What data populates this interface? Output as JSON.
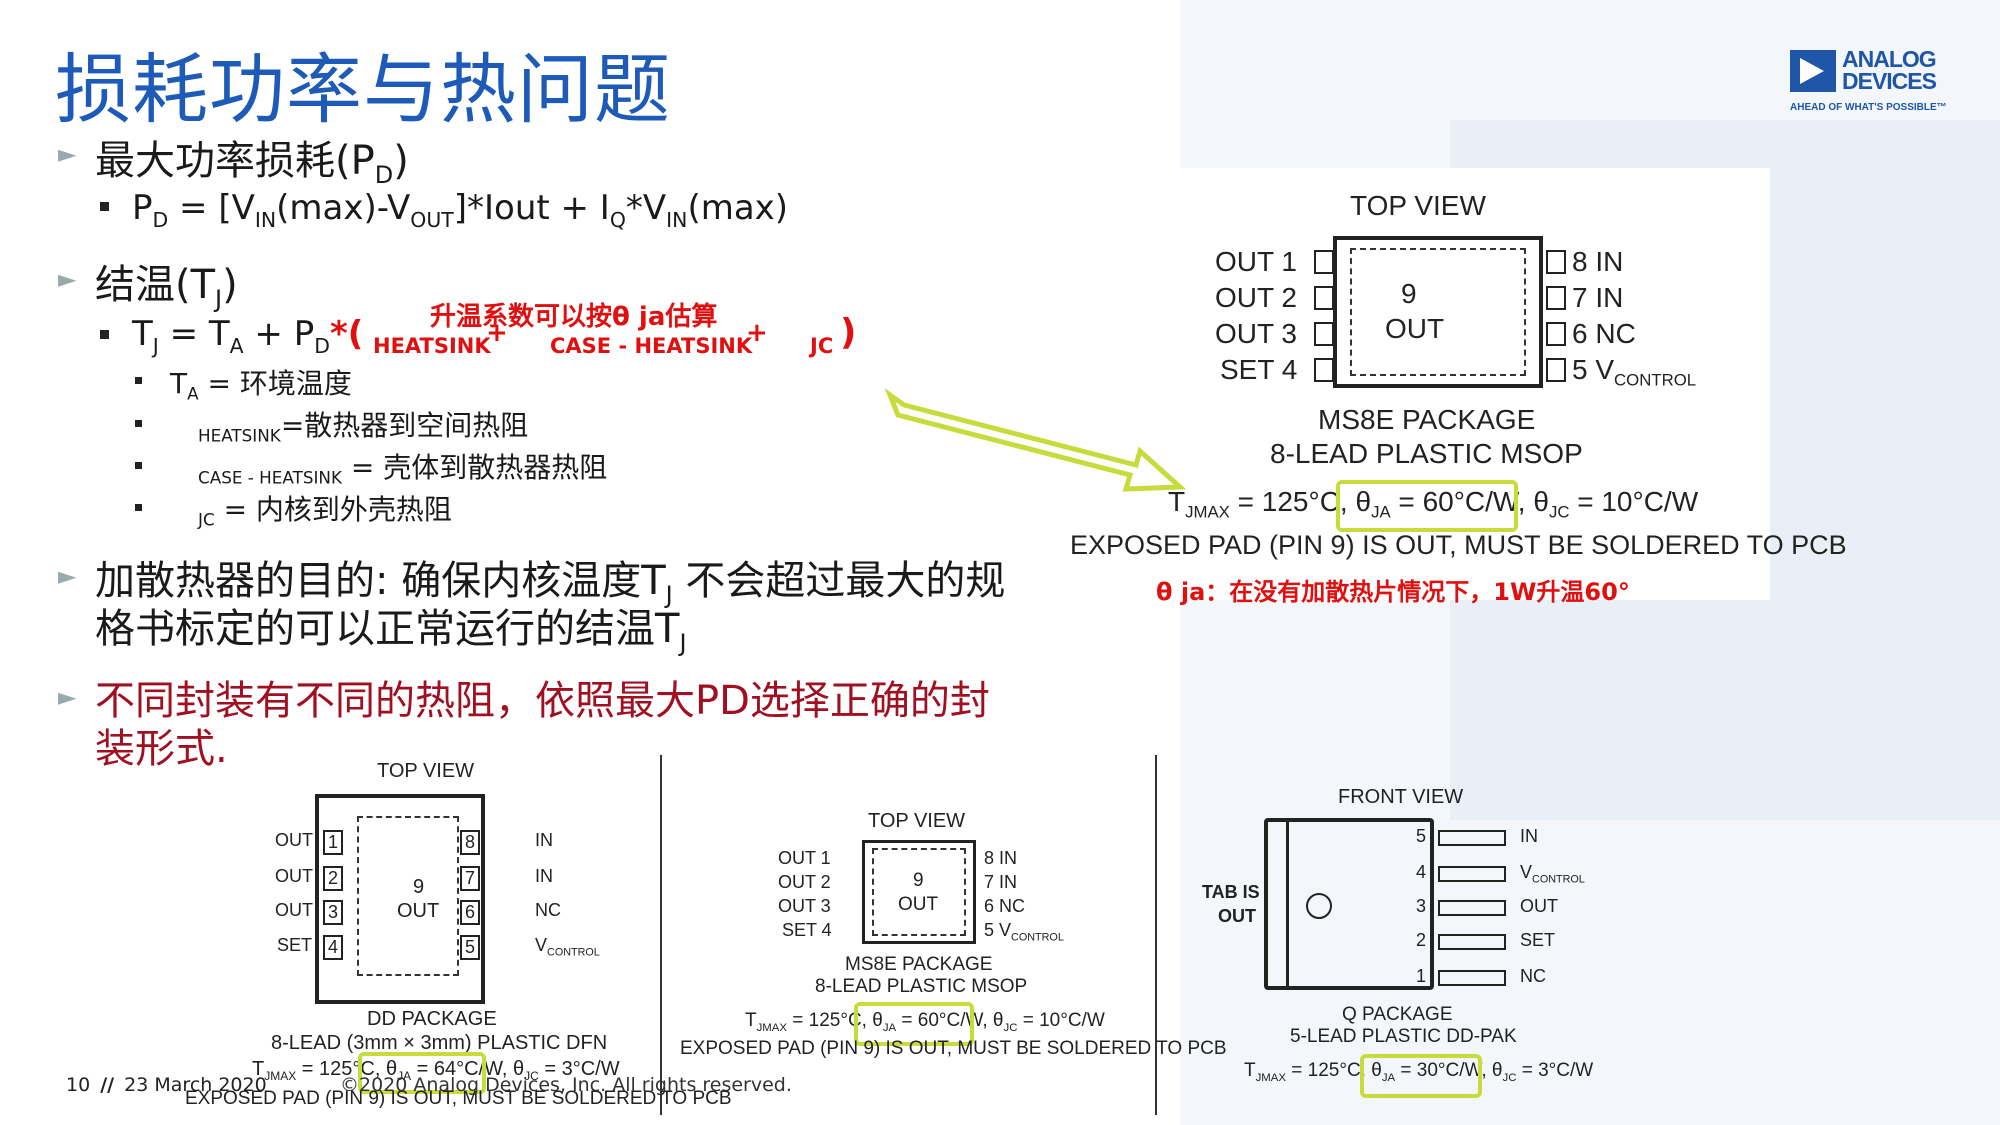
{
  "title": "损耗功率与热问题",
  "logo": {
    "line1": "ANALOG",
    "line2": "DEVICES",
    "tagline": "AHEAD OF WHAT'S POSSIBLE™"
  },
  "bullets": {
    "b1": {
      "text": "最大功率损耗(P",
      "sub": "D",
      "tail": ")"
    },
    "b1_1": {
      "text": "P",
      "sub1": "D",
      "mid": " = [V",
      "sub2": "IN",
      "mid2": "(max)-V",
      "sub3": "OUT",
      "mid3": "]*Iout + I",
      "sub4": "Q",
      "mid4": "*V",
      "sub5": "IN",
      "tail": "(max)"
    },
    "b2": {
      "text": "结温(T",
      "sub": "J",
      "tail": ")"
    },
    "b2_1": {
      "text": "T",
      "sub1": "J",
      "mid": " = T",
      "sub2": "A",
      "mid2": " + P",
      "sub3": "D",
      "red_open": "*(",
      "heatsink": "HEATSINK",
      "plus1": "+",
      "case_heatsink": "CASE - HEATSINK",
      "plus2": "+",
      "jc": "JC",
      "red_close": ")"
    },
    "b2_note": "升温系数可以按θ ja估算",
    "b2_sub1": {
      "text": "T",
      "sub": "A",
      "tail": " = 环境温度"
    },
    "b2_sub2": {
      "sub": "HEATSINK",
      "tail": "=散热器到空间热阻"
    },
    "b2_sub3": {
      "sub": "CASE - HEATSINK",
      "tail": " = 壳体到散热器热阻"
    },
    "b2_sub4": {
      "sub": "JC",
      "tail": " = 内核到外壳热阻"
    },
    "b3_line1": "加散热器的目的: 确保内核温度T",
    "b3_sub": "J",
    "b3_line1_tail": " 不会超过最大的规",
    "b3_line2": "格书标定的可以正常运行的结温T",
    "b3_line2_sub": "J",
    "b4_line1": "不同封装有不同的热阻，依照最大PD选择正确的封",
    "b4_line2": "装形式."
  },
  "msop_large": {
    "view": "TOP VIEW",
    "left_pins": [
      "OUT 1",
      "OUT 2",
      "OUT 3",
      "SET 4"
    ],
    "right_pins": [
      "8 IN",
      "7 IN",
      "6 NC",
      "5 V"
    ],
    "right_pin5_sub": "CONTROL",
    "center": [
      "9",
      "OUT"
    ],
    "package": "MS8E PACKAGE",
    "lead": "8-LEAD PLASTIC MSOP",
    "tjmax": "T",
    "tjmax_sub": "JMAX",
    "tjmax_val": " = 125°C, ",
    "theta_ja": "θ",
    "theta_ja_sub": "JA",
    "theta_ja_val": " = 60°C/W, ",
    "theta_jc": "θ",
    "theta_jc_sub": "JC",
    "theta_jc_val": " = 10°C/W",
    "exposed": "EXPOSED PAD (PIN 9) IS OUT, MUST BE SOLDERED TO PCB",
    "note": "θ ja：在没有加散热片情况下，1W升温60°"
  },
  "dfn": {
    "view": "TOP VIEW",
    "left_pins": [
      "OUT",
      "OUT",
      "OUT",
      "SET"
    ],
    "left_nums": [
      "1",
      "2",
      "3",
      "4"
    ],
    "right_pins": [
      "IN",
      "IN",
      "NC",
      "V"
    ],
    "right_nums": [
      "8",
      "7",
      "6",
      "5"
    ],
    "right_pin5_sub": "CONTROL",
    "center": [
      "9",
      "OUT"
    ],
    "package": "DD PACKAGE",
    "lead": "8-LEAD (3mm × 3mm) PLASTIC DFN",
    "spec": "T",
    "spec_sub": "JMAX",
    "spec_val": " = 125°C, θ",
    "spec_sub2": "JA",
    "spec_val2": " = 64°C/W, θ",
    "spec_sub3": "JC",
    "spec_val3": " = 3°C/W",
    "exposed": "EXPOSED PAD (PIN 9) IS OUT, MUST BE SOLDERED TO PCB"
  },
  "msop_small": {
    "view": "TOP VIEW",
    "left_pins": [
      "OUT 1",
      "OUT 2",
      "OUT 3",
      "SET 4"
    ],
    "right_pins": [
      "8 IN",
      "7 IN",
      "6 NC",
      "5 V"
    ],
    "right_pin5_sub": "CONTROL",
    "center": [
      "9",
      "OUT"
    ],
    "package": "MS8E PACKAGE",
    "lead": "8-LEAD PLASTIC MSOP",
    "spec": "T",
    "spec_sub": "JMAX",
    "spec_val": " = 125°C, θ",
    "spec_sub2": "JA",
    "spec_val2": " = 60°C/W, θ",
    "spec_sub3": "JC",
    "spec_val3": " = 10°C/W",
    "exposed": "EXPOSED PAD (PIN 9) IS OUT, MUST BE SOLDERED TO PCB"
  },
  "ddpak": {
    "view": "FRONT VIEW",
    "tab": [
      "TAB IS",
      "OUT"
    ],
    "pin_nums": [
      "5",
      "4",
      "3",
      "2",
      "1"
    ],
    "pin_names": [
      "IN",
      "V",
      "OUT",
      "SET",
      "NC"
    ],
    "pin2_sub": "CONTROL",
    "package": "Q PACKAGE",
    "lead": "5-LEAD PLASTIC DD-PAK",
    "spec": "T",
    "spec_sub": "JMAX",
    "spec_val": " = 125°C, θ",
    "spec_sub2": "JA",
    "spec_val2": " = 30°C/W, θ",
    "spec_sub3": "JC",
    "spec_val3": " = 3°C/W"
  },
  "footer": {
    "page": "10",
    "sep": "//",
    "date": "23 March 2020",
    "copyright": "©2020 Analog Devices, Inc. All rights reserved."
  }
}
